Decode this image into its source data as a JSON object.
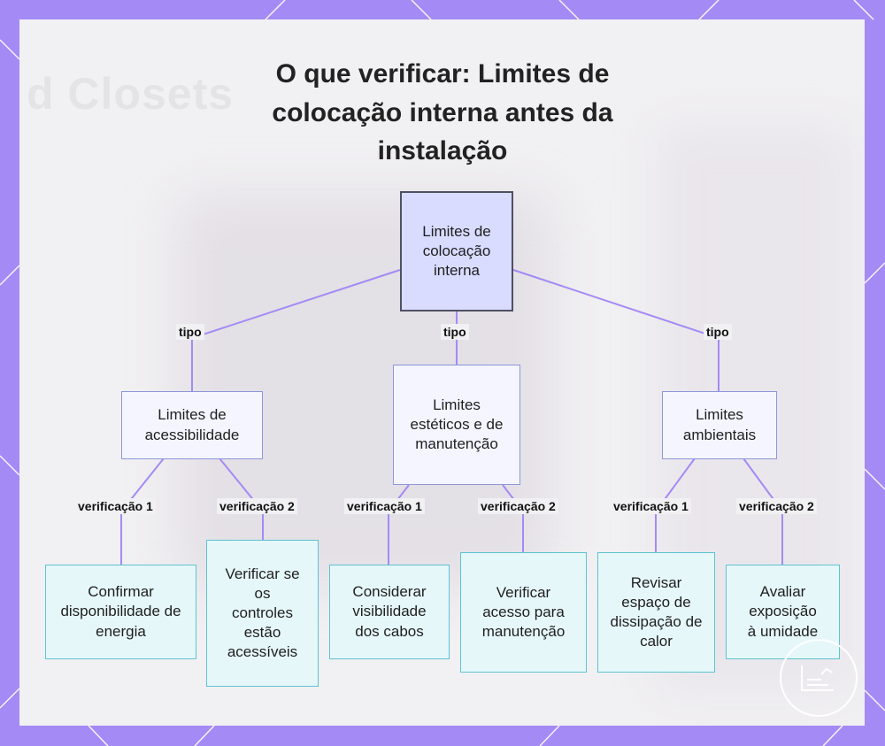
{
  "title": "O que verificar: Limites de colocação interna antes da instalação",
  "background_text": "d Closets",
  "colors": {
    "frame": "#a48af5",
    "root_fill": "#d9dcff",
    "mid_fill": "#f4f5ff",
    "leaf_fill": "#e6f7fa",
    "leaf_border": "#5ec3d1",
    "edge": "#a48af5"
  },
  "nodes": {
    "root": "Limites de colocação interna",
    "acess": "Limites de acessibilidade",
    "estet": "Limites estéticos e de manutenção",
    "amb": "Limites ambientais",
    "l1": "Confirmar disponibilidade de energia",
    "l2": "Verificar se os controles estão acessíveis",
    "l3": "Considerar visibilidade dos cabos",
    "l4": "Verificar acesso para manutenção",
    "l5": "Revisar espaço de dissipação de calor",
    "l6": "Avaliar exposição à umidade"
  },
  "edge_labels": {
    "tipo_1": "tipo",
    "tipo_2": "tipo",
    "tipo_3": "tipo",
    "v1_a": "verificação 1",
    "v2_a": "verificação 2",
    "v1_b": "verificação 1",
    "v2_b": "verificação 2",
    "v1_c": "verificação 1",
    "v2_c": "verificação 2"
  },
  "watermark_icon": "checklist-logo-icon"
}
